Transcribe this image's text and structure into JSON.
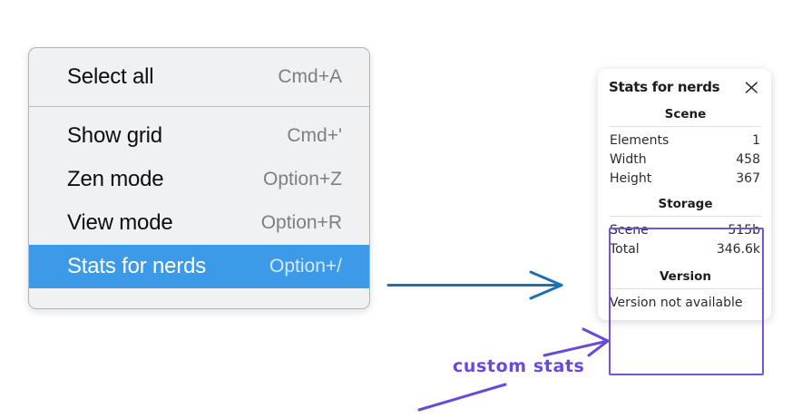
{
  "context_menu": {
    "sections": [
      {
        "name": "top",
        "items": [
          {
            "label": "Select all",
            "shortcut": "Cmd+A",
            "selected": false
          }
        ]
      },
      {
        "name": "main",
        "items": [
          {
            "label": "Show grid",
            "shortcut": "Cmd+'",
            "selected": false
          },
          {
            "label": "Zen mode",
            "shortcut": "Option+Z",
            "selected": false
          },
          {
            "label": "View mode",
            "shortcut": "Option+R",
            "selected": false
          },
          {
            "label": "Stats for nerds",
            "shortcut": "Option+/",
            "selected": true
          }
        ]
      }
    ]
  },
  "stats_panel": {
    "title": "Stats for nerds",
    "close_icon": "close-icon",
    "sections": [
      {
        "header": "Scene",
        "rows": [
          {
            "key": "Elements",
            "value": "1"
          },
          {
            "key": "Width",
            "value": "458"
          },
          {
            "key": "Height",
            "value": "367"
          }
        ]
      },
      {
        "header": "Storage",
        "rows": [
          {
            "key": "Scene",
            "value": "515b"
          },
          {
            "key": "Total",
            "value": "346.6k"
          }
        ]
      },
      {
        "header": "Version",
        "note": "Version not available"
      }
    ]
  },
  "annotations": {
    "custom_stats_label": "custom stats",
    "blue_arrow_color": "#1f6fb4",
    "purple_color": "#6a49d8",
    "highlight_color": "#3d9ae9"
  }
}
